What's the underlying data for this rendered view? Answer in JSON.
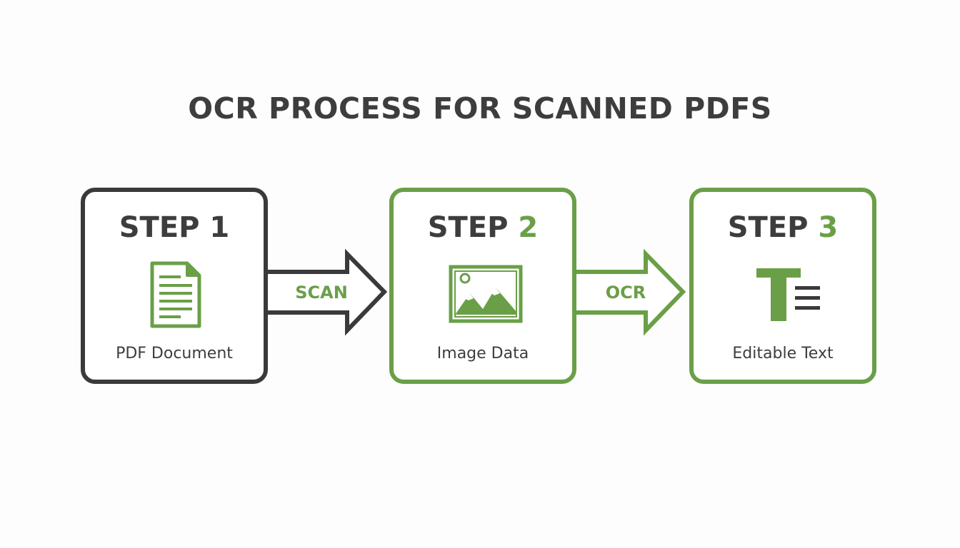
{
  "title": "OCR PROCESS FOR SCANNED PDFS",
  "colors": {
    "dark": "#3a3a3a",
    "accent": "#6a9f47"
  },
  "steps": [
    {
      "label": "STEP",
      "number": "1",
      "caption": "PDF Document",
      "icon": "document-icon"
    },
    {
      "label": "STEP",
      "number": "2",
      "caption": "Image Data",
      "icon": "image-icon"
    },
    {
      "label": "STEP",
      "number": "3",
      "caption": "Editable Text",
      "icon": "text-format-icon"
    }
  ],
  "arrows": [
    {
      "label": "SCAN"
    },
    {
      "label": "OCR"
    }
  ]
}
